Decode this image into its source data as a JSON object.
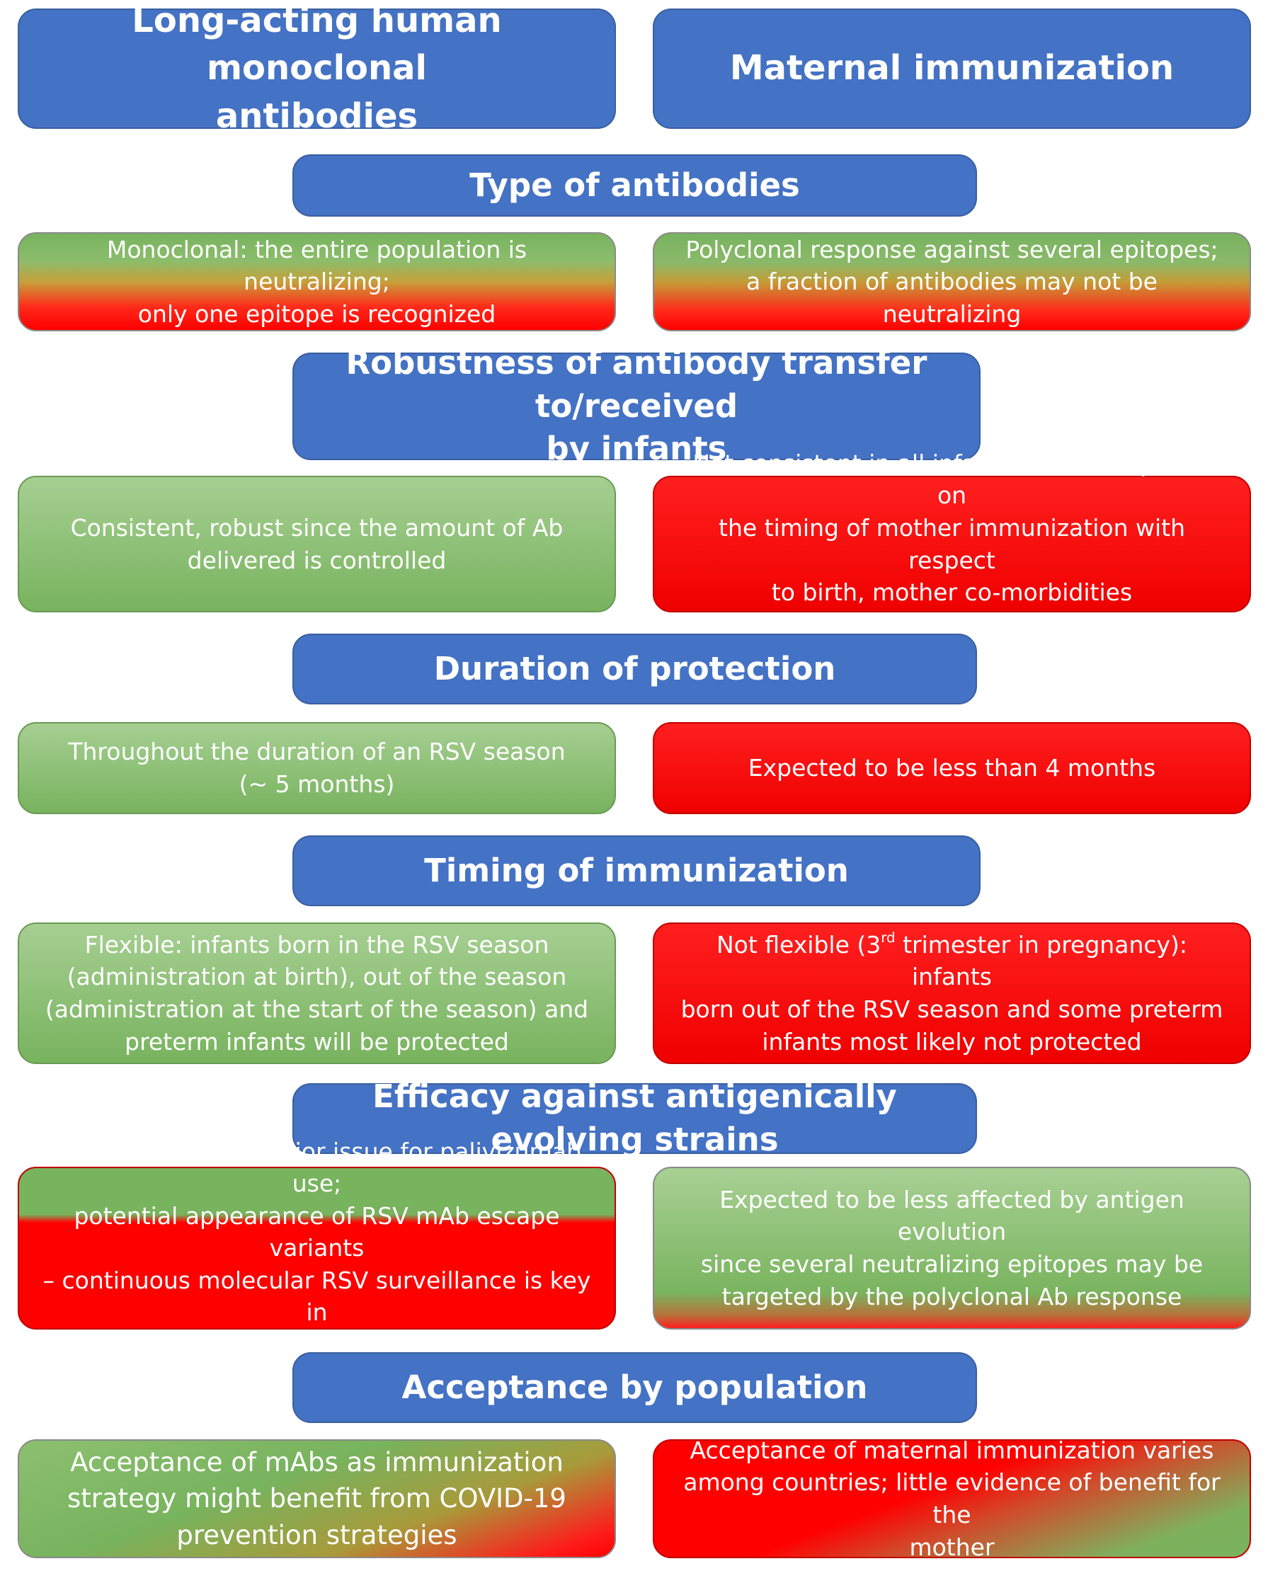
{
  "headers": {
    "left": "Long-acting  human  monoclonal\nantibodies",
    "right": "Maternal  immunization"
  },
  "sections": [
    {
      "title": "Type of antibodies",
      "left": "Monoclonal: the entire population is neutralizing;\nonly one epitope is recognized",
      "right": "Polyclonal response against several epitopes;\na fraction of antibodies may not be neutralizing"
    },
    {
      "title": "Robustness of antibody transfer to/received\nby infants",
      "left": "Consistent, robust since the amount of Ab\ndelivered is controlled",
      "right": "Not consistent in all infants since it depends on\nthe timing of mother immunization with respect\nto birth, mother co-morbidities\n(HIV, malaria, etc)"
    },
    {
      "title": "Duration of protection",
      "left": "Throughout the duration of an RSV season\n(~ 5 months)",
      "right": "Expected to be less than 4 months"
    },
    {
      "title": "Timing of immunization",
      "left": "Flexible: infants born in the RSV season\n(administration at birth), out of the season\n(administration at the start of the season) and\npreterm infants will be protected",
      "right_pre": "Not flexible (3",
      "right_sup": "rd",
      "right_post": " trimester in pregnancy): infants\nborn out of the RSV season and some preterm\ninfants most likely not protected"
    },
    {
      "title": "Efficacy against antigenically evolving strains",
      "left": "It has not been a major issue for palivizumab use;\npotential appearance of RSV mAb escape variants\n– continuous molecular RSV surveillance is key in\nthe context of all infant protection",
      "right": "Expected to be less affected by antigen evolution\nsince several neutralizing epitopes may be\ntargeted by the polyclonal Ab response"
    },
    {
      "title": "Acceptance by population",
      "left": "Acceptance of mAbs as immunization\nstrategy might benefit from COVID-19\nprevention strategies",
      "right": "Acceptance of maternal immunization varies\namong countries; little evidence of benefit for the\nmother"
    }
  ]
}
